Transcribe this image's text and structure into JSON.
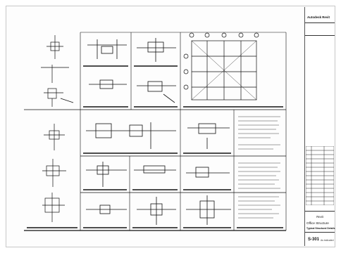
{
  "sheet": {
    "title_block": {
      "firm_name": "Autodesk Revit",
      "project_name": "Revit",
      "sheet_title": "Office Structure",
      "sheet_description": "Typical Structural Details",
      "sheet_number": "S-301",
      "scale_text": "As indicated"
    },
    "colors": {
      "line": "#111111",
      "paper": "#ffffff",
      "frame": "#c8c8c8"
    }
  }
}
